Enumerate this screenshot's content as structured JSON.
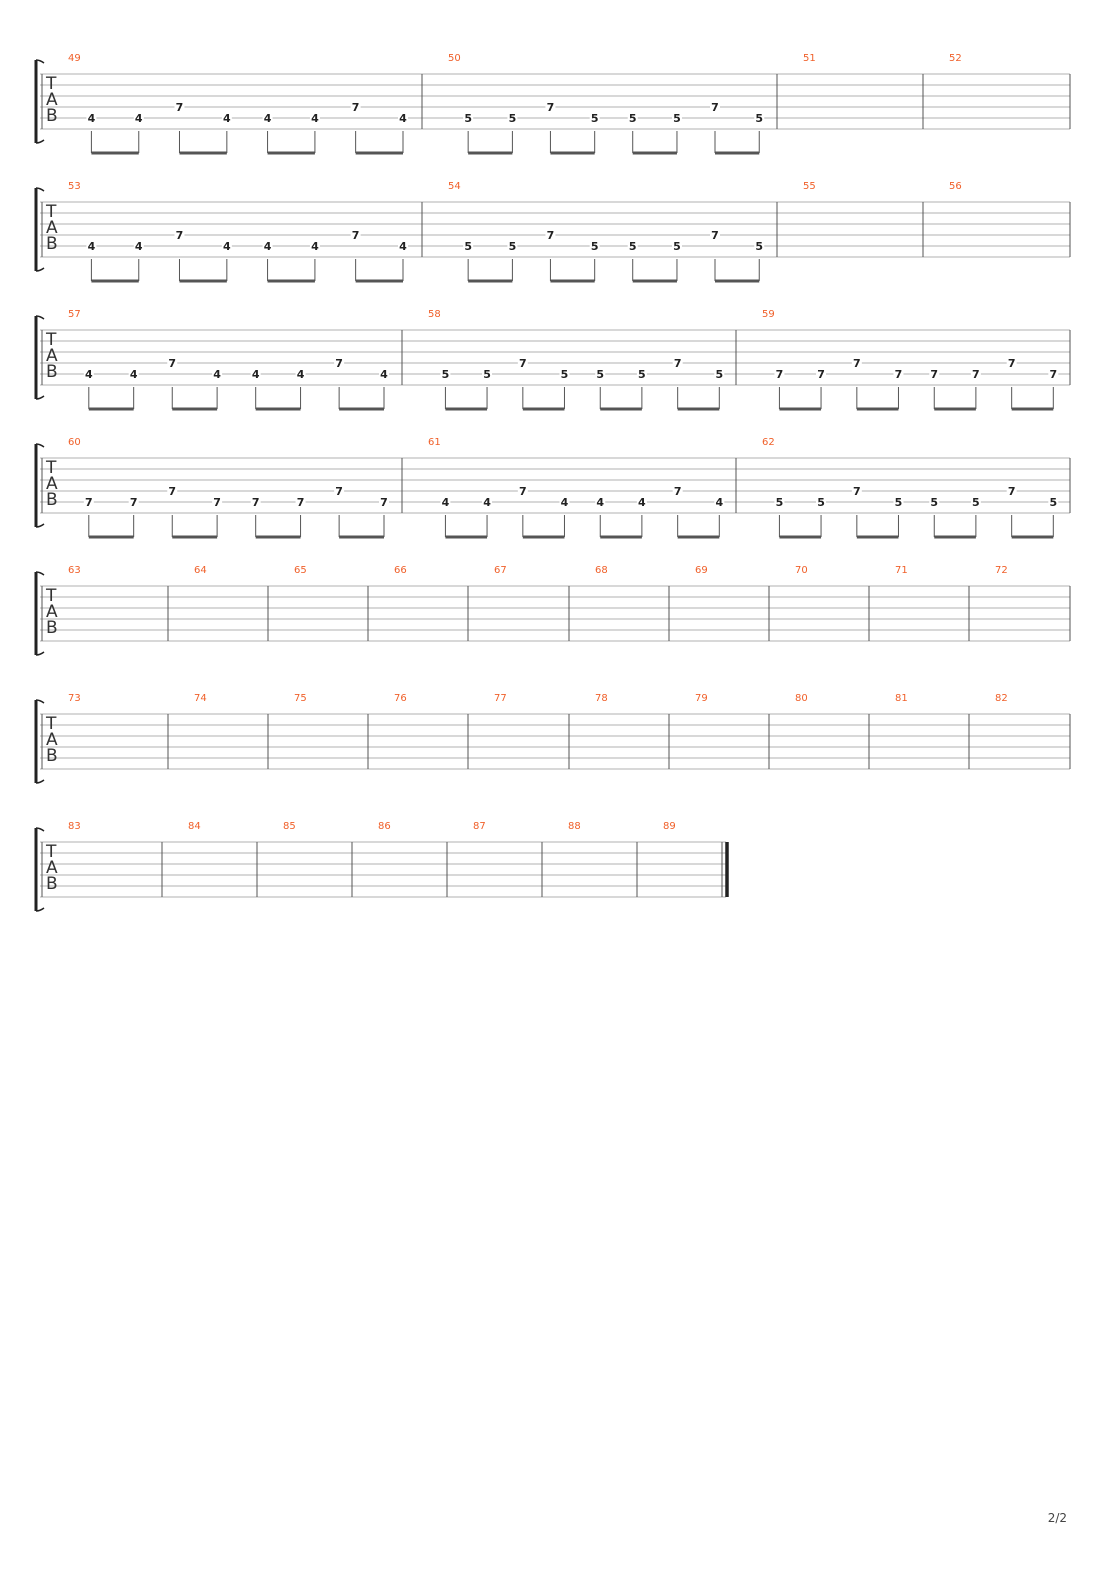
{
  "page": {
    "number_label": "2/2"
  },
  "clef_letters": [
    "T",
    "A",
    "B"
  ],
  "patterns": {
    "A": [
      4,
      4,
      7,
      4,
      4,
      4,
      7,
      4
    ],
    "B": [
      5,
      5,
      7,
      5,
      5,
      5,
      7,
      5
    ],
    "C": [
      7,
      7,
      7,
      7,
      7,
      7,
      7,
      7
    ]
  },
  "systems": [
    {
      "measures": [
        {
          "number": "49",
          "pattern": "A"
        },
        {
          "number": "50",
          "pattern": "B"
        },
        {
          "number": "51",
          "pattern": null
        },
        {
          "number": "52",
          "pattern": null
        }
      ]
    },
    {
      "measures": [
        {
          "number": "53",
          "pattern": "A"
        },
        {
          "number": "54",
          "pattern": "B"
        },
        {
          "number": "55",
          "pattern": null
        },
        {
          "number": "56",
          "pattern": null
        }
      ]
    },
    {
      "measures": [
        {
          "number": "57",
          "pattern": "A"
        },
        {
          "number": "58",
          "pattern": "B"
        },
        {
          "number": "59",
          "pattern": "C"
        }
      ]
    },
    {
      "measures": [
        {
          "number": "60",
          "pattern": "C"
        },
        {
          "number": "61",
          "pattern": "A"
        },
        {
          "number": "62",
          "pattern": "B"
        }
      ]
    },
    {
      "measures": [
        {
          "number": "63",
          "pattern": null
        },
        {
          "number": "64",
          "pattern": null
        },
        {
          "number": "65",
          "pattern": null
        },
        {
          "number": "66",
          "pattern": null
        },
        {
          "number": "67",
          "pattern": null
        },
        {
          "number": "68",
          "pattern": null
        },
        {
          "number": "69",
          "pattern": null
        },
        {
          "number": "70",
          "pattern": null
        },
        {
          "number": "71",
          "pattern": null
        },
        {
          "number": "72",
          "pattern": null
        }
      ]
    },
    {
      "measures": [
        {
          "number": "73",
          "pattern": null
        },
        {
          "number": "74",
          "pattern": null
        },
        {
          "number": "75",
          "pattern": null
        },
        {
          "number": "76",
          "pattern": null
        },
        {
          "number": "77",
          "pattern": null
        },
        {
          "number": "78",
          "pattern": null
        },
        {
          "number": "79",
          "pattern": null
        },
        {
          "number": "80",
          "pattern": null
        },
        {
          "number": "81",
          "pattern": null
        },
        {
          "number": "82",
          "pattern": null
        }
      ]
    },
    {
      "measures": [
        {
          "number": "83",
          "pattern": null
        },
        {
          "number": "84",
          "pattern": null
        },
        {
          "number": "85",
          "pattern": null
        },
        {
          "number": "86",
          "pattern": null
        },
        {
          "number": "87",
          "pattern": null
        },
        {
          "number": "88",
          "pattern": null
        },
        {
          "number": "89",
          "pattern": null
        }
      ],
      "final_barline": true
    }
  ],
  "colors": {
    "bar_number": "#f0602a",
    "staff_line": "#b0b0b0",
    "barline": "#555555",
    "note": "#222222",
    "beam": "#555555"
  }
}
